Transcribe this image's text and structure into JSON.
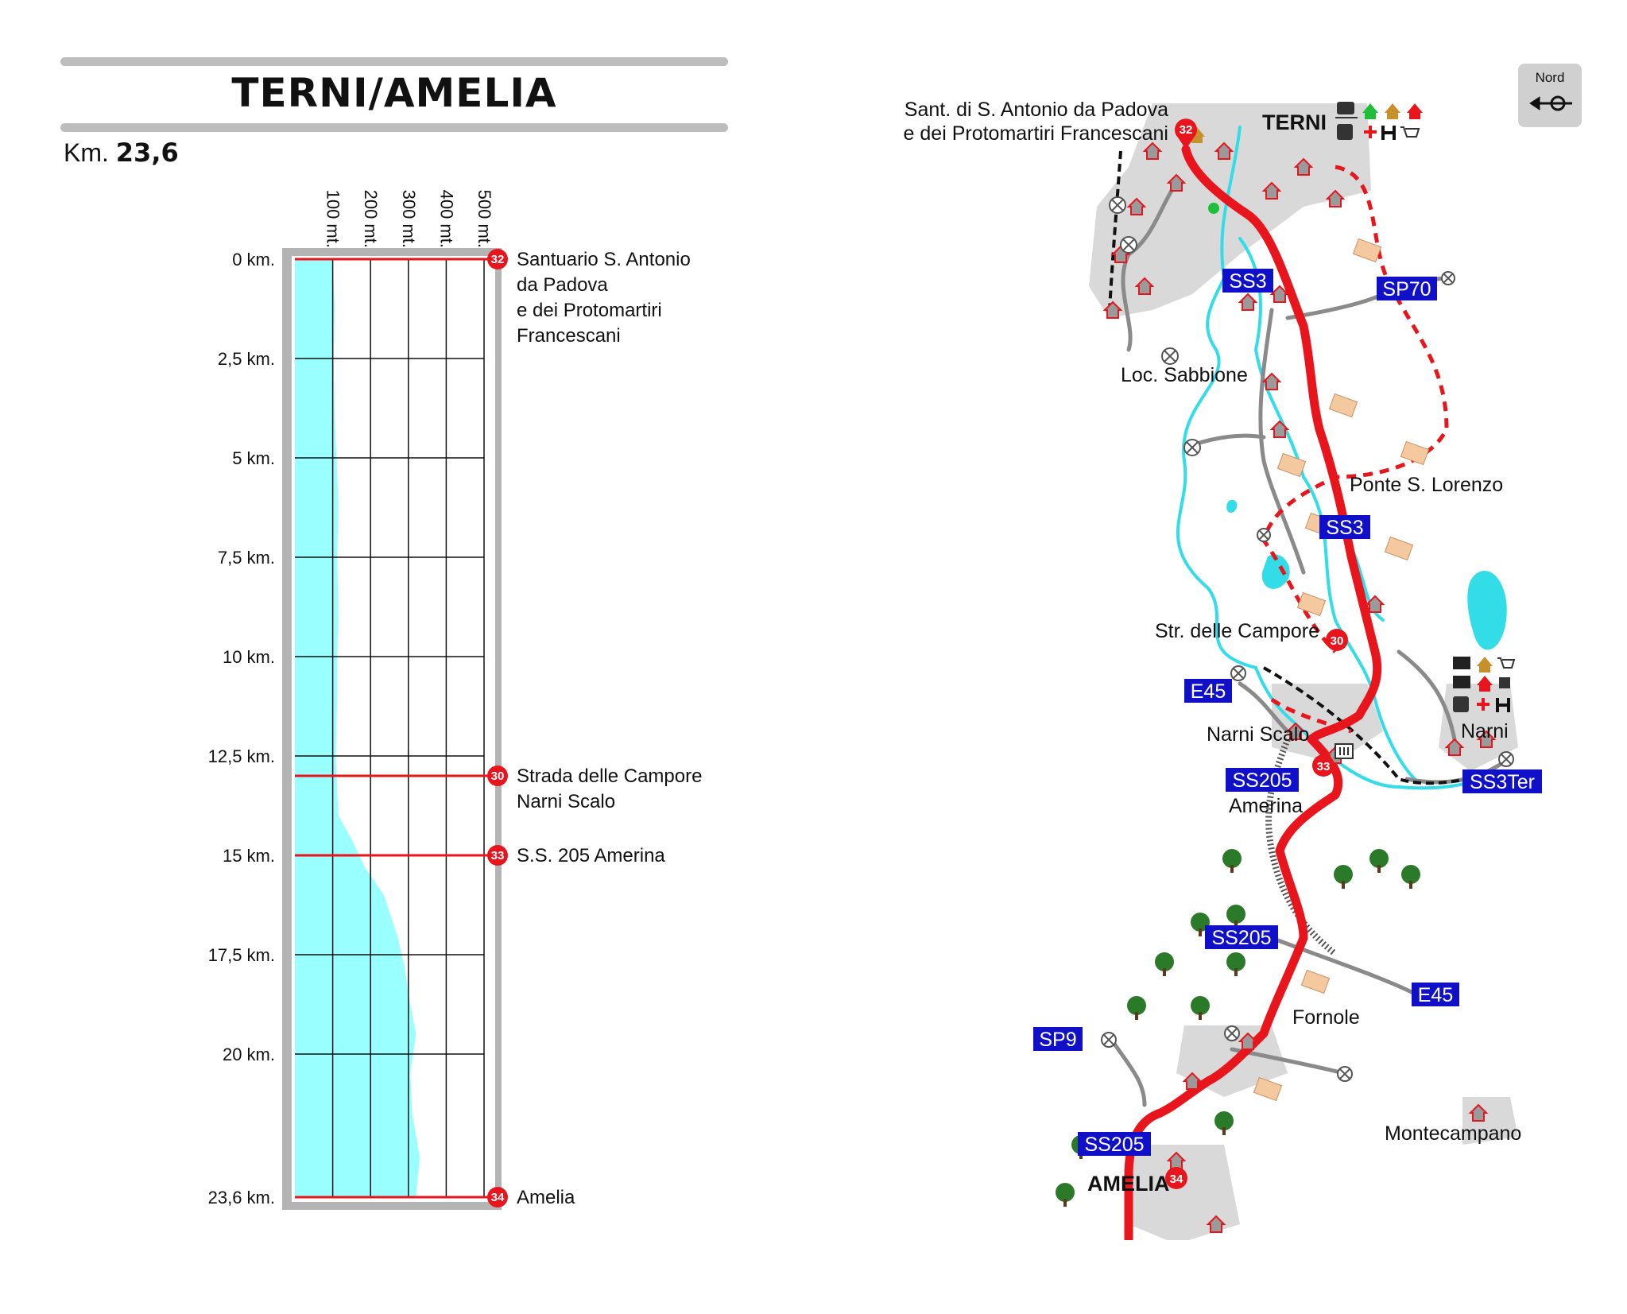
{
  "title": "TERNI/AMELIA",
  "distance": {
    "prefix": "Km.",
    "value": "23,6"
  },
  "profile": {
    "altitude_ticks": [
      "100 mt.",
      "200 mt.",
      "300 mt.",
      "400 mt.",
      "500 mt."
    ],
    "km_ticks": [
      "0 km.",
      "2,5 km.",
      "5 km.",
      "7,5 km.",
      "10 km.",
      "12,5 km.",
      "15 km.",
      "17,5 km.",
      "20 km.",
      "23,6 km."
    ],
    "km_tick_values": [
      0,
      2.5,
      5,
      7.5,
      10,
      12.5,
      15,
      17.5,
      20,
      23.6
    ],
    "altitude_axis": [
      0,
      500
    ],
    "elevation": [
      [
        0,
        100
      ],
      [
        1.2,
        105
      ],
      [
        2.5,
        103
      ],
      [
        4,
        105
      ],
      [
        5,
        110
      ],
      [
        6.2,
        115
      ],
      [
        7.5,
        112
      ],
      [
        9,
        115
      ],
      [
        10,
        112
      ],
      [
        11,
        112
      ],
      [
        12.5,
        108
      ],
      [
        13,
        110
      ],
      [
        14,
        115
      ],
      [
        14.6,
        150
      ],
      [
        15.3,
        185
      ],
      [
        16,
        235
      ],
      [
        17,
        270
      ],
      [
        17.8,
        290
      ],
      [
        18.5,
        300
      ],
      [
        19.5,
        320
      ],
      [
        20.5,
        305
      ],
      [
        21.5,
        310
      ],
      [
        22.6,
        330
      ],
      [
        23.6,
        320
      ]
    ],
    "waypoints": [
      {
        "num": "32",
        "km": 0,
        "lines": [
          "Santuario S. Antonio",
          "da Padova",
          "e dei Protomartiri",
          "Francescani"
        ]
      },
      {
        "num": "30",
        "km": 13,
        "lines": [
          "Strada delle Campore",
          "Narni Scalo"
        ]
      },
      {
        "num": "33",
        "km": 15,
        "lines": [
          "S.S. 205 Amerina"
        ]
      },
      {
        "num": "34",
        "km": 23.6,
        "lines": [
          "Amelia"
        ]
      }
    ]
  },
  "map": {
    "north_label": "Nord",
    "start_label": [
      "Sant. di S. Antonio da Padova",
      "e dei Protomartiri Francescani"
    ],
    "towns": {
      "terni": "TERNI",
      "sabbione": "Loc. Sabbione",
      "ponte": "Ponte S. Lorenzo",
      "campore": "Str. delle Campore",
      "narni_scalo": "Narni Scalo",
      "narni": "Narni",
      "amerina": "Amerina",
      "fornole": "Fornole",
      "montecampano": "Montecampano",
      "amelia": "AMELIA"
    },
    "roads": {
      "ss3_a": "SS3",
      "sp70": "SP70",
      "ss3_b": "SS3",
      "e45_a": "E45",
      "ss205_a": "SS205",
      "ss3ter": "SS3Ter",
      "ss205_b": "SS205",
      "e45_b": "E45",
      "sp9": "SP9",
      "ss205_c": "SS205"
    },
    "waypoints": {
      "w32": "32",
      "w30": "30",
      "w33": "33",
      "w34": "34"
    },
    "colors": {
      "route": "#e8161c",
      "river": "#33dde8",
      "road_label_bg": "#1010c8",
      "town_area": "#d9d9d9",
      "profile_fill": "#99ffff"
    }
  }
}
